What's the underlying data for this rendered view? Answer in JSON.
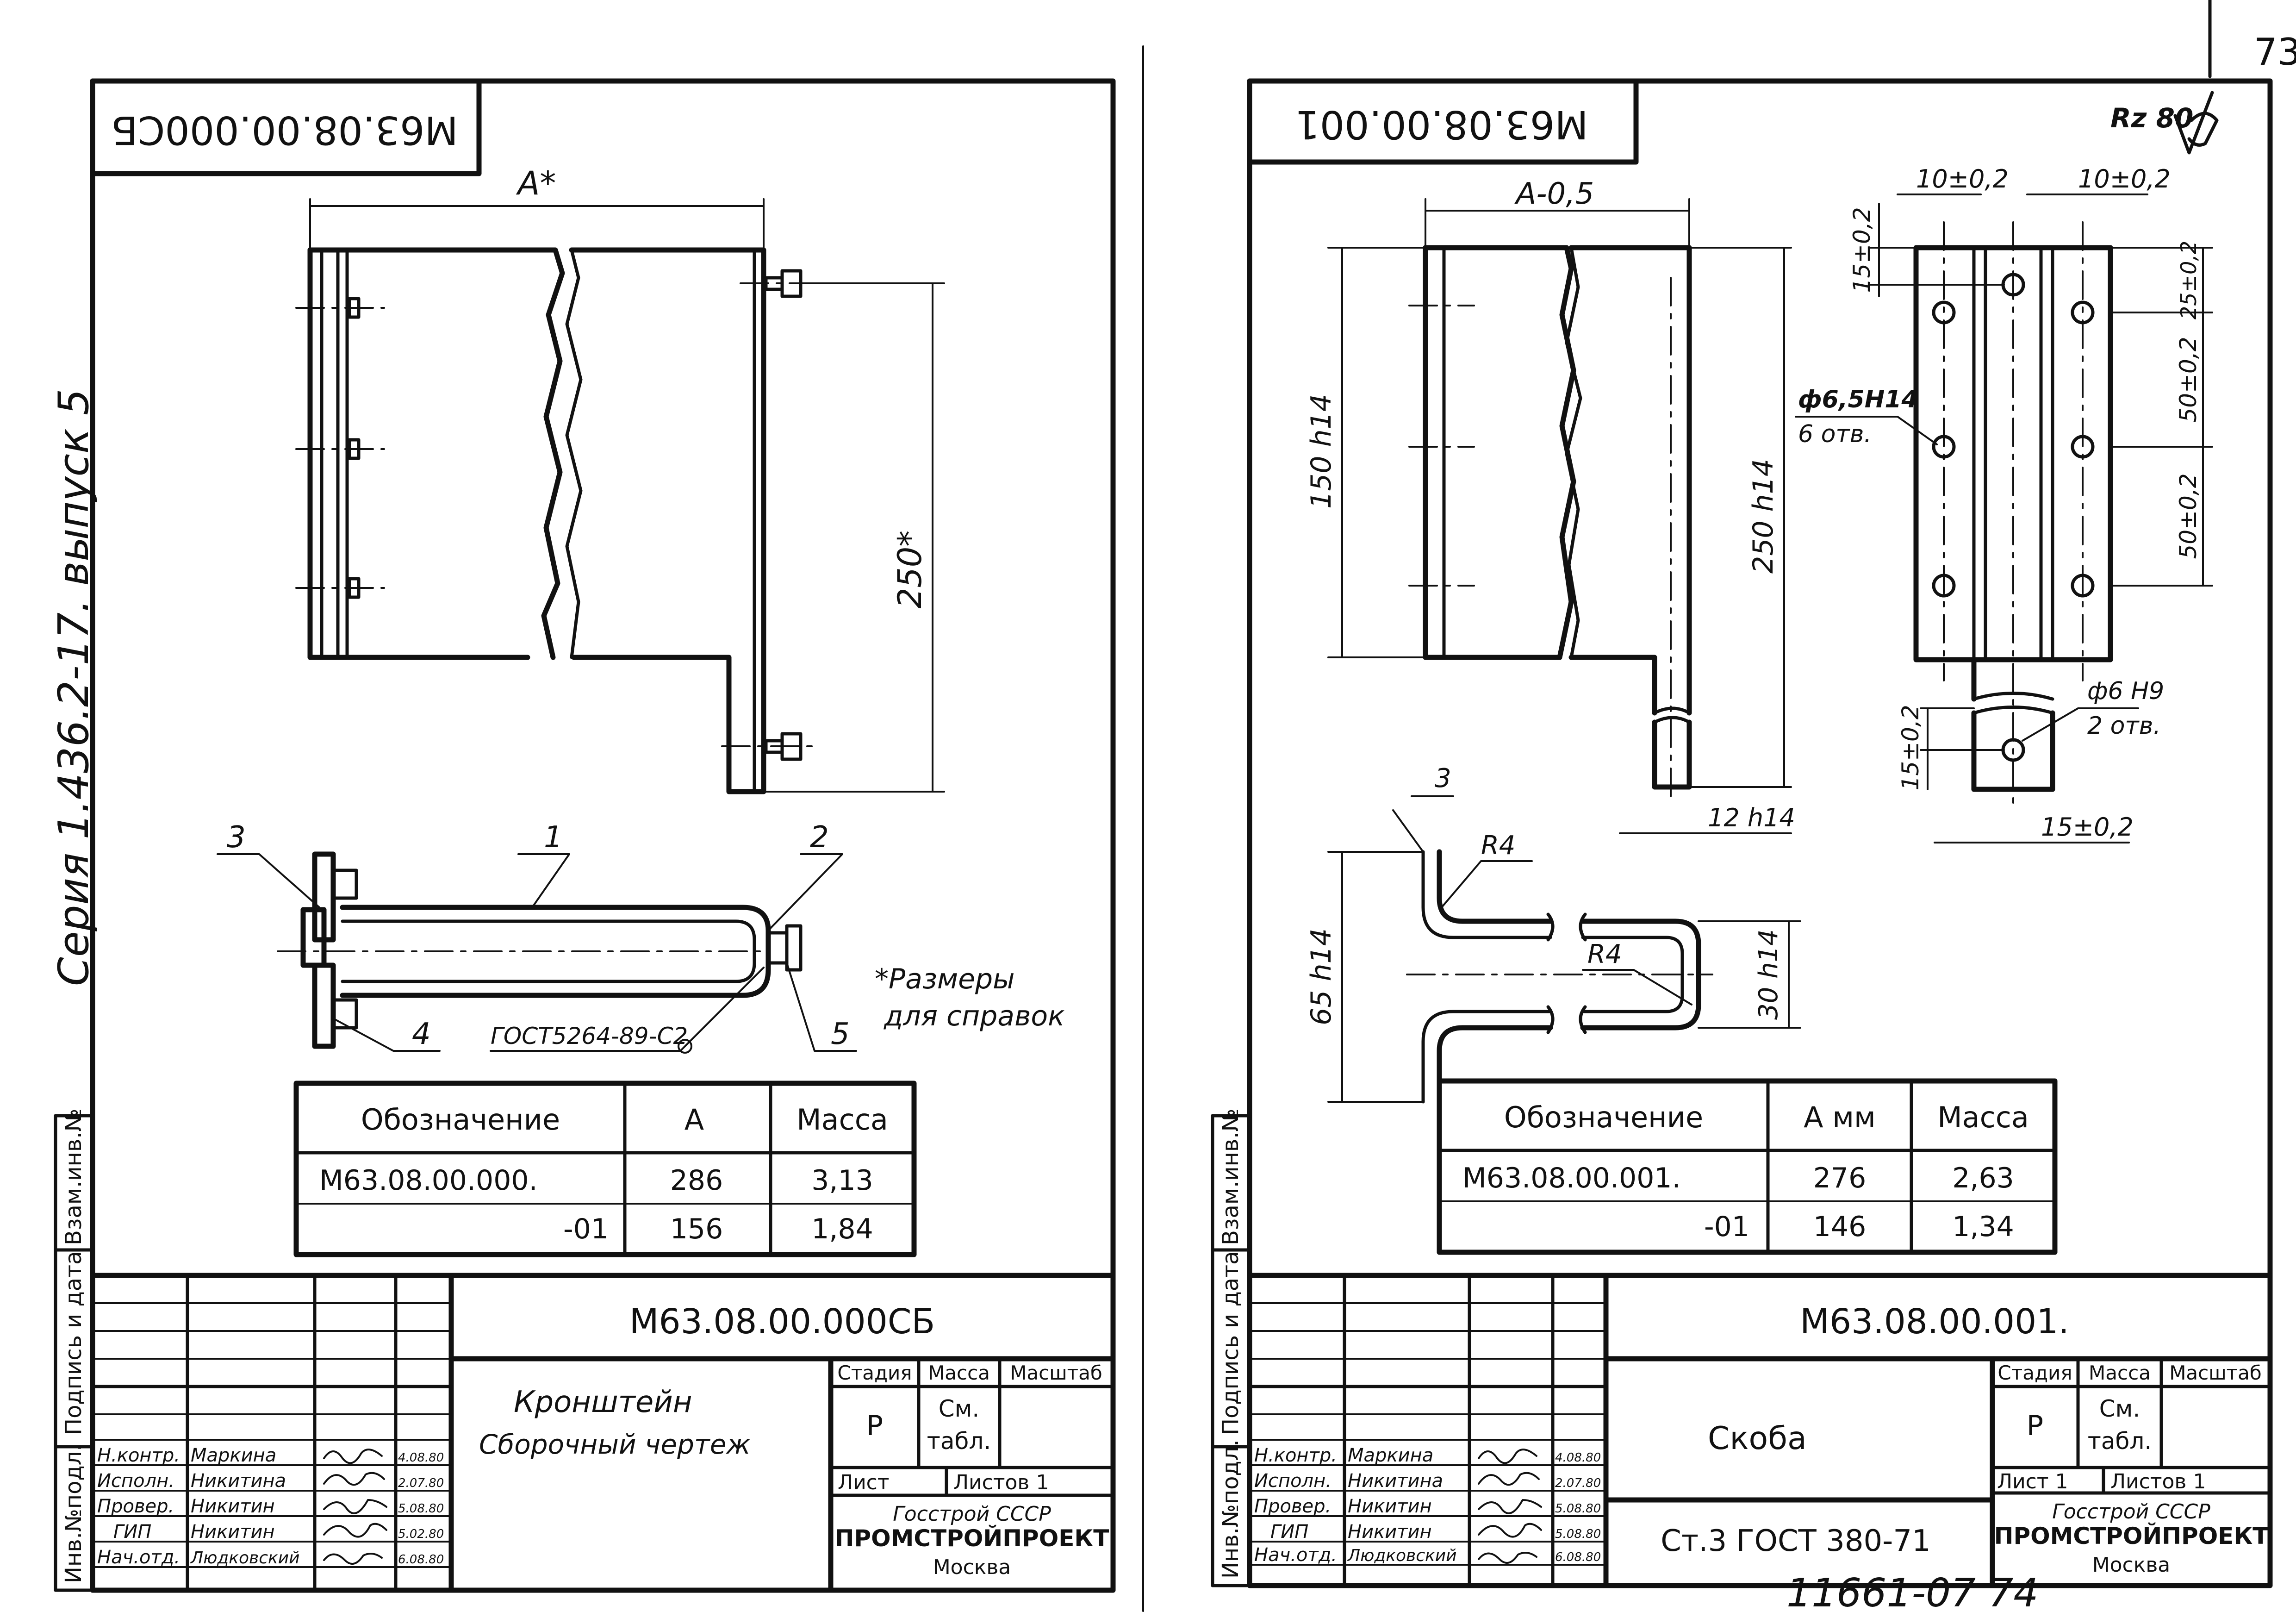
{
  "page_number": "73",
  "bottom_stamp": "11661-07  74",
  "series_vertical": "Серия 1.436.2-17. выпуск 5",
  "side_stamp_labels": [
    "Инв.№подл.",
    "Подпись и дата",
    "Взам.инв.№"
  ],
  "left_sheet": {
    "top_code": "М63.08.00.000СБ",
    "dim_width": "A*",
    "dim_height": "250*",
    "callouts": {
      "c1": "1",
      "c2": "2",
      "c3": "3",
      "c4": "4",
      "c5": "5"
    },
    "weld_note": "ГОСТ5264-89-С2",
    "note_line1": "*Размеры",
    "note_line2": "для справок",
    "table": {
      "headers": [
        "Обозначение",
        "A",
        "Масса"
      ],
      "rows": [
        [
          "М63.08.00.000.",
          "286",
          "3,13"
        ],
        [
          "-01",
          "156",
          "1,84"
        ]
      ]
    },
    "title_block": {
      "code": "М63.08.00.000СБ",
      "name_line1": "Кронштейн",
      "name_line2": "Сборочный чертеж",
      "stage_label": "Стадия",
      "mass_label": "Масса",
      "scale_label": "Масштаб",
      "stage_value": "Р",
      "mass_value_1": "См.",
      "mass_value_2": "табл.",
      "sheet_label": "Лист",
      "sheets_label": "Листов  1",
      "org_line1": "Госстрой СССР",
      "org_line2": "ПРОМСТРОЙПРОЕКТ",
      "org_line3": "Москва",
      "staff": [
        {
          "role": "Н.контр.",
          "name": "Маркина",
          "date": "4.08.80"
        },
        {
          "role": "Исполн.",
          "name": "Никитина",
          "date": "2.07.80"
        },
        {
          "role": "Провер.",
          "name": "Никитин",
          "date": "5.08.80"
        },
        {
          "role": "ГИП",
          "name": "Никитин",
          "date": "5.02.80"
        },
        {
          "role": "Нач.отд.",
          "name": "Людковский",
          "date": "6.08.80"
        }
      ]
    }
  },
  "right_sheet": {
    "top_code": "М63.08.00.001",
    "roughness": "Rz 80",
    "dim_a": "A-0,5",
    "dim_150": "150 h14",
    "dim_250": "250 h14",
    "dim_12": "12 h14",
    "dim_65": "65 h14",
    "dim_30": "30 h14",
    "dim_3": "3",
    "r4_top": "R4",
    "r4_bottom": "R4",
    "dim_10_left": "10±0,2",
    "dim_10_right": "10±0,2",
    "dim_15_top": "15±0,2",
    "dim_25": "25±0,2",
    "dim_50_top": "50±0,2",
    "dim_50_bottom": "50±0,2",
    "dim_15_left": "15±0,2",
    "dim_15_bottom": "15±0,2",
    "hole_main_1": "ф6,5Н14",
    "hole_main_2": "6 отв.",
    "hole_small_1": "ф6 Н9",
    "hole_small_2": "2 отв.",
    "table": {
      "headers": [
        "Обозначение",
        "А мм",
        "Масса"
      ],
      "rows": [
        [
          "М63.08.00.001.",
          "276",
          "2,63"
        ],
        [
          "-01",
          "146",
          "1,34"
        ]
      ]
    },
    "title_block": {
      "code": "М63.08.00.001.",
      "name_line1": "Скоба",
      "material": "Ст.3  ГОСТ 380-71",
      "stage_label": "Стадия",
      "mass_label": "Масса",
      "scale_label": "Масштаб",
      "stage_value": "Р",
      "mass_value_1": "См.",
      "mass_value_2": "табл.",
      "sheet_label": "Лист  1",
      "sheets_label": "Листов  1",
      "org_line1": "Госстрой СССР",
      "org_line2": "ПРОМСТРОЙПРОЕКТ",
      "org_line3": "Москва",
      "staff": [
        {
          "role": "Н.контр.",
          "name": "Маркина",
          "date": "4.08.80"
        },
        {
          "role": "Исполн.",
          "name": "Никитина",
          "date": "2.07.80"
        },
        {
          "role": "Провер.",
          "name": "Никитин",
          "date": "5.08.80"
        },
        {
          "role": "ГИП",
          "name": "Никитин",
          "date": "5.08.80"
        },
        {
          "role": "Нач.отд.",
          "name": "Людковский",
          "date": "6.08.80"
        }
      ]
    }
  }
}
